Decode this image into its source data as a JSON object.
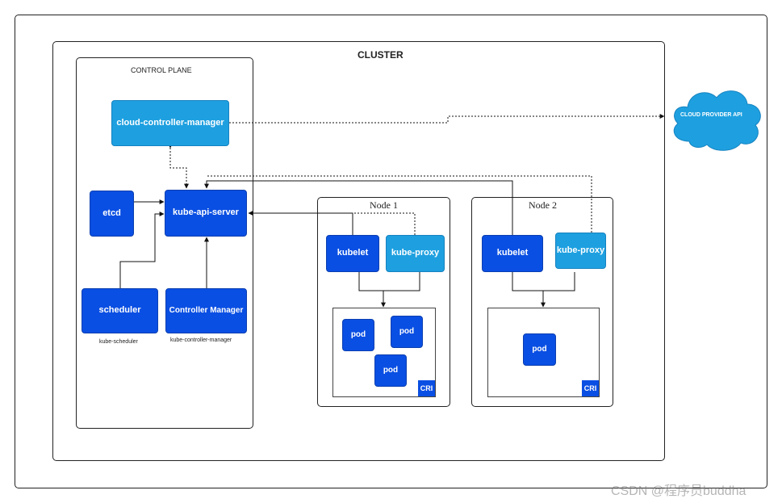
{
  "title": "CLUSTER",
  "control_plane": {
    "label": "CONTROL PLANE",
    "cloud_controller_manager": "cloud-controller-manager",
    "etcd": "etcd",
    "kube_api_server": "kube-api-server",
    "scheduler": "scheduler",
    "scheduler_caption": "kube-scheduler",
    "controller_manager": "Controller Manager",
    "controller_manager_caption": "kube-controller-manager"
  },
  "cloud_provider": {
    "label": "CLOUD PROVIDER API",
    "color": "#1ea0e0"
  },
  "nodes": [
    {
      "label": "Node 1",
      "kubelet": "kubelet",
      "kube_proxy": "kube-proxy",
      "pods": [
        "pod",
        "pod",
        "pod"
      ],
      "cri": "CRI"
    },
    {
      "label": "Node 2",
      "kubelet": "kubelet",
      "kube_proxy": "kube-proxy",
      "pods": [
        "pod"
      ],
      "cri": "CRI"
    }
  ],
  "colors": {
    "dark_component": "#0a4fe3",
    "light_component": "#1ea0e0",
    "frame": "#222222"
  },
  "watermark": "CSDN @程序员buddha"
}
